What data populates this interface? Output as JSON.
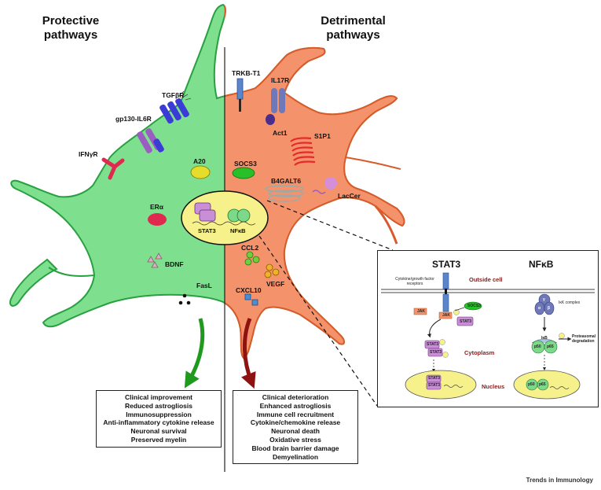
{
  "headings": {
    "protective": "Protective pathways",
    "detrimental": "Detrimental pathways"
  },
  "protective_molecules": {
    "tgfbr": "TGFβR",
    "gp130": "gp130-IL6R",
    "ifngr": "IFNγR",
    "a20": "A20",
    "era": "ERα",
    "bdnf": "BDNF",
    "fasl": "FasL"
  },
  "detrimental_molecules": {
    "trkb": "TRKB-T1",
    "il17r": "IL17R",
    "act1": "Act1",
    "s1p1": "S1P1",
    "socs3": "SOCS3",
    "b4galt6": "B4GALT6",
    "laccer": "LacCer",
    "ccl2": "CCL2",
    "vegf": "VEGF",
    "cxcl10": "CXCL10"
  },
  "nucleus": {
    "stat3": "STAT3",
    "nfkb": "NFκB"
  },
  "protective_outcomes": [
    "Clinical improvement",
    "Reduced astrogliosis",
    "Immunosuppression",
    "Anti-inflammatory cytokine release",
    "Neuronal survival",
    "Preserved myelin"
  ],
  "detrimental_outcomes": [
    "Clinical deterioration",
    "Enhanced astrogliosis",
    "Immune cell recruitment",
    "Cytokine/chemokine release",
    "Neuronal death",
    "Oxidative stress",
    "Blood brain barrier damage",
    "Demyelination"
  ],
  "inset": {
    "stat3_title": "STAT3",
    "nfkb_title": "NFκB",
    "outside_cell": "Outside cell",
    "receptors_label": "Cytokine/growth factor receptors",
    "socs3": "SOCS3",
    "jak": "JAK",
    "p": "P",
    "stat3": "STAT3",
    "ikk_label": "IκK complex",
    "alpha": "α",
    "beta": "β",
    "gamma": "γ",
    "cytoplasm": "Cytoplasm",
    "proteasomal": "Proteasomal degradation",
    "ikb": "IκB",
    "p50": "p50",
    "p65": "p65",
    "nucleus": "Nucleus"
  },
  "footer": "Trends in Immunology",
  "colors": {
    "protective_cell": "#7ee08e",
    "detrimental_cell": "#f4936b",
    "nucleus_fill": "#f6f18a",
    "stat3_purple": "#c98fd6",
    "nfkb_green": "#7dd98a",
    "green_arrow": "#1f9a1f",
    "red_arrow": "#8e1212"
  }
}
